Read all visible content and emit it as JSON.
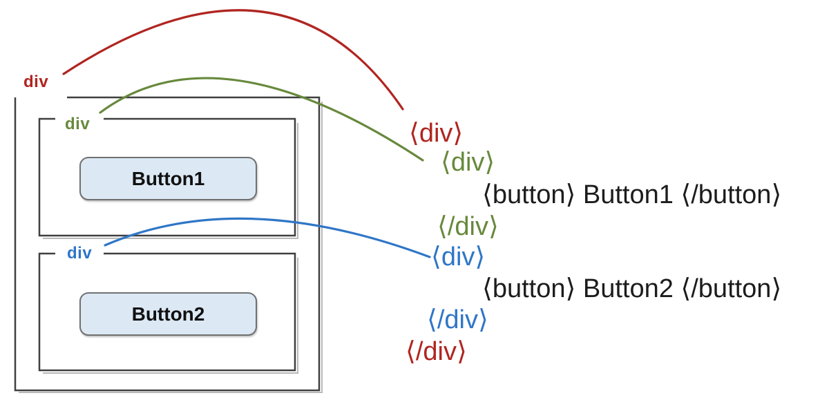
{
  "diagram": {
    "outer_box": {
      "label": "div"
    },
    "inner_box_1": {
      "label": "div",
      "button_label": "Button1"
    },
    "inner_box_2": {
      "label": "div",
      "button_label": "Button2"
    }
  },
  "code": {
    "lines": [
      {
        "text": "⟨div⟩",
        "color": "#b02520"
      },
      {
        "text": "⟨div⟩",
        "color": "#67893c"
      },
      {
        "text": "⟨button⟩ Button1 ⟨/button⟩",
        "color": "#1c1c1c"
      },
      {
        "text": "⟨/div⟩",
        "color": "#67893c"
      },
      {
        "text": "⟨div⟩",
        "color": "#2f76c7"
      },
      {
        "text": "⟨button⟩ Button2 ⟨/button⟩",
        "color": "#1c1c1c"
      },
      {
        "text": "⟨/div⟩",
        "color": "#2f76c7"
      },
      {
        "text": "⟨/div⟩",
        "color": "#b02520"
      }
    ]
  },
  "colors": {
    "red": "#b02520",
    "green": "#67893c",
    "blue": "#2f76c7",
    "box_border": "#3f3f3f",
    "box_shadow": "#b9b9b9",
    "button_fill": "#dce9f5",
    "button_border": "#707070"
  }
}
